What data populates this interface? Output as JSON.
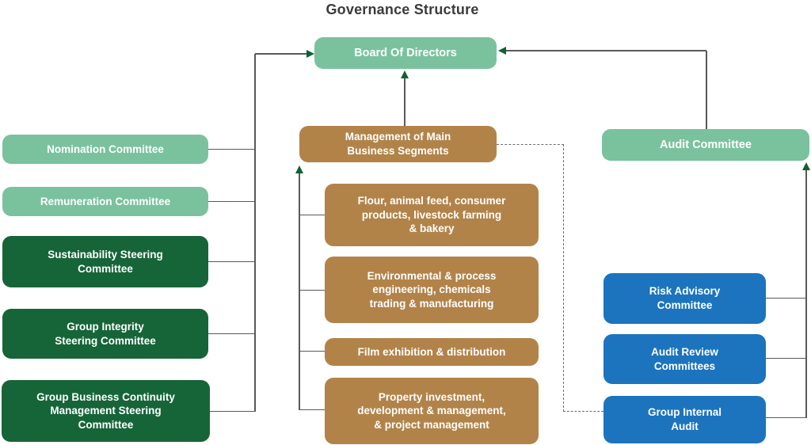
{
  "title": "Governance Structure",
  "colors": {
    "light_green": "#7AC29E",
    "dark_green": "#166539",
    "brown": "#B28349",
    "blue": "#1B74BD",
    "line_gray": "#58595B",
    "dashed_gray": "#6D6E71",
    "arrow_green": "#0F6132",
    "title_text": "#3B3A3C",
    "box_text": "#FFFFFF"
  },
  "nodes": {
    "board": {
      "label": "Board Of Directors"
    },
    "management": {
      "label": "Management of Main\nBusiness Segments"
    },
    "audit_committee": {
      "label": "Audit Committee"
    },
    "left": [
      {
        "label": "Nomination Committee",
        "style": "light"
      },
      {
        "label": "Remuneration Committee",
        "style": "light"
      },
      {
        "label": "Sustainability Steering\nCommittee",
        "style": "dark"
      },
      {
        "label": "Group Integrity\nSteering Committee",
        "style": "dark"
      },
      {
        "label": "Group Business Continuity\nManagement Steering\nCommittee",
        "style": "dark"
      }
    ],
    "segments": [
      {
        "label": "Flour, animal feed, consumer\nproducts, livestock farming\n& bakery"
      },
      {
        "label": "Environmental & process\nengineering, chemicals\ntrading & manufacturing"
      },
      {
        "label": "Film exhibition & distribution"
      },
      {
        "label": "Property investment,\ndevelopment & management,\n& project management"
      }
    ],
    "audit_children": [
      {
        "label": "Risk Advisory\nCommittee"
      },
      {
        "label": "Audit Review\nCommittees"
      },
      {
        "label": "Group Internal\nAudit"
      }
    ]
  }
}
